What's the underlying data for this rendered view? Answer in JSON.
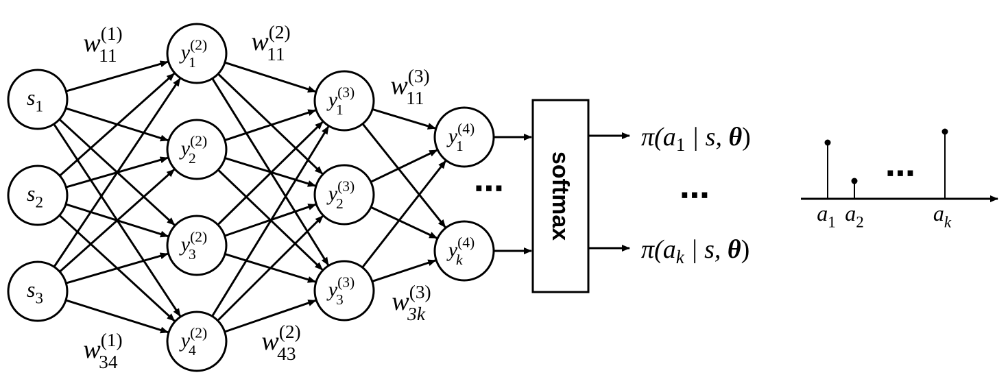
{
  "inputs": [
    {
      "base": "s",
      "sub": "1"
    },
    {
      "base": "s",
      "sub": "2"
    },
    {
      "base": "s",
      "sub": "3"
    }
  ],
  "layer2": [
    {
      "base": "y",
      "sub": "1",
      "sup": "(2)"
    },
    {
      "base": "y",
      "sub": "2",
      "sup": "(2)"
    },
    {
      "base": "y",
      "sub": "3",
      "sup": "(2)"
    },
    {
      "base": "y",
      "sub": "4",
      "sup": "(2)"
    }
  ],
  "layer3": [
    {
      "base": "y",
      "sub": "1",
      "sup": "(3)"
    },
    {
      "base": "y",
      "sub": "2",
      "sup": "(3)"
    },
    {
      "base": "y",
      "sub": "3",
      "sup": "(3)"
    }
  ],
  "layer4": [
    {
      "base": "y",
      "sub": "1",
      "sup": "(4)"
    },
    {
      "base": "y",
      "sub": "k",
      "sup": "(4)"
    }
  ],
  "weights": {
    "w11_1": {
      "base": "w",
      "sub": "11",
      "sup": "(1)"
    },
    "w34_1": {
      "base": "w",
      "sub": "34",
      "sup": "(1)"
    },
    "w11_2": {
      "base": "w",
      "sub": "11",
      "sup": "(2)"
    },
    "w43_2": {
      "base": "w",
      "sub": "43",
      "sup": "(2)"
    },
    "w11_3": {
      "base": "w",
      "sub": "11",
      "sup": "(3)"
    },
    "w3k_3": {
      "base": "w",
      "sub": "3k",
      "sup": "(3)"
    }
  },
  "ellipsis": "⋯",
  "softmax_label": "softmax",
  "outputs": [
    {
      "prefix": "π(",
      "var": "a",
      "sub": "1",
      "mid": " | s, ",
      "theta": "θ",
      "close": ")"
    },
    {
      "prefix": "π(",
      "var": "a",
      "sub": "k",
      "mid": " | s, ",
      "theta": "θ",
      "close": ")"
    }
  ],
  "action_axis": {
    "labels": [
      {
        "base": "a",
        "sub": "1"
      },
      {
        "base": "a",
        "sub": "2"
      },
      {
        "base": "a",
        "sub": "k"
      }
    ],
    "stem_heights": [
      0.82,
      0.26,
      0.98
    ]
  }
}
